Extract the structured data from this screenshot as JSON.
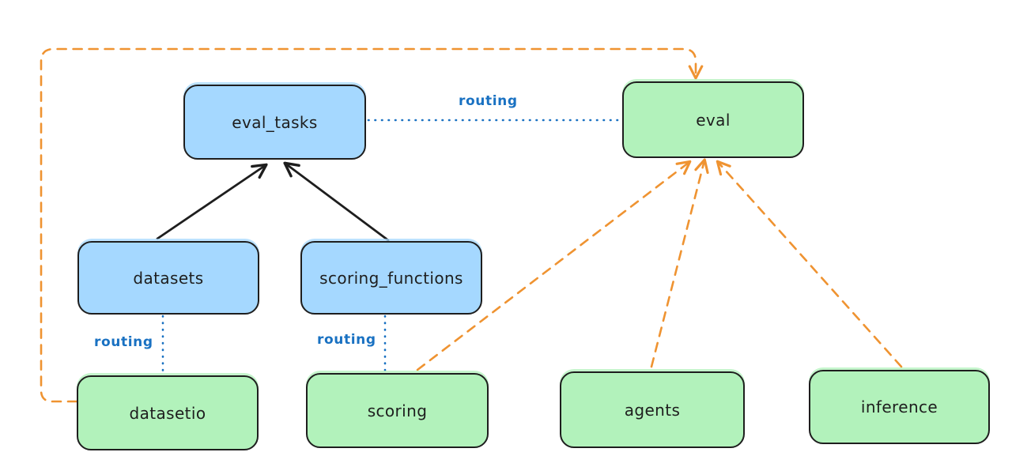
{
  "diagram": {
    "nodes": {
      "eval_tasks": "eval_tasks",
      "eval": "eval",
      "datasets": "datasets",
      "scoring_functions": "scoring_functions",
      "datasetio": "datasetio",
      "scoring": "scoring",
      "agents": "agents",
      "inference": "inference"
    },
    "edge_labels": {
      "routing_eval_tasks_to_eval": "routing",
      "routing_datasets_to_datasetio": "routing",
      "routing_scoring_functions_to_scoring": "routing"
    },
    "colors": {
      "api_node_fill": "#a5d8ff",
      "provider_node_fill": "#b2f2bb",
      "node_stroke": "#1e1e1e",
      "routing_edge": "#1971c2",
      "dependency_edge": "#ef9331",
      "solid_edge": "#1e1e1e",
      "background": "#ffffff"
    }
  }
}
